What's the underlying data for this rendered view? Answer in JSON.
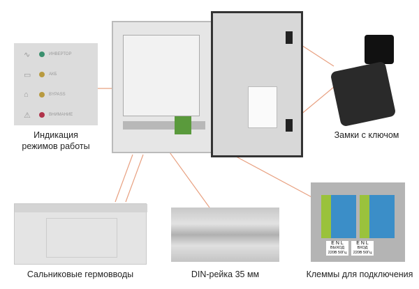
{
  "led_panel": {
    "indicators": [
      {
        "label": "ИНВЕРТОР",
        "icon": "sine-wave-icon",
        "color": "#3a8f6e"
      },
      {
        "label": "АКБ",
        "icon": "battery-icon",
        "color": "#b89a40"
      },
      {
        "label": "BYPASS",
        "icon": "bypass-icon",
        "color": "#b89a40"
      },
      {
        "label": "ВНИМАНИЕ",
        "icon": "warning-icon",
        "color": "#b0324a"
      }
    ],
    "caption_line1": "Индикация",
    "caption_line2": "режимов работы"
  },
  "lock": {
    "caption": "Замки с ключом"
  },
  "glands": {
    "caption": "Сальниковые гермовводы"
  },
  "din_rail": {
    "caption": "DIN-рейка 35 мм"
  },
  "terminals": {
    "caption": "Клеммы для подключения",
    "blocks": [
      {
        "letters": [
          "E",
          "N",
          "L"
        ],
        "line1": "ВЫХОД",
        "line2": "220В 50Гц"
      },
      {
        "letters": [
          "E",
          "N",
          "L"
        ],
        "line1": "ВХОД",
        "line2": "220В 50Гц"
      }
    ]
  },
  "colors": {
    "callout_line": "#e8a080"
  }
}
